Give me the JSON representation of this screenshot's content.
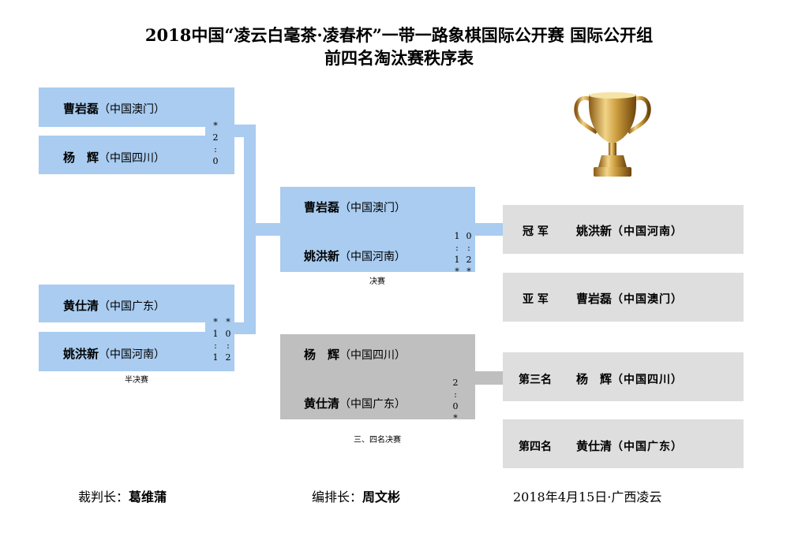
{
  "header": {
    "line1": "2018中国“凌云白毫茶·凌春杯”一带一路象棋国际公开赛 国际公开组",
    "line2": "前四名淘汰赛秩序表"
  },
  "semifinal1": {
    "top_name": "曹岩磊",
    "top_region": "（中国澳门）",
    "bottom_name": "杨　辉",
    "bottom_region": "（中国四川）",
    "score": [
      "*",
      "2",
      ":",
      "0"
    ]
  },
  "semifinal2": {
    "top_name": "黄仕清",
    "top_region": "（中国广东）",
    "bottom_name": "姚洪新",
    "bottom_region": "（中国河南）",
    "score_left": [
      "*",
      "1",
      ":",
      "1"
    ],
    "score_right": [
      "*",
      "0",
      ":",
      "2"
    ],
    "caption": "半决赛"
  },
  "final": {
    "top_name": "曹岩磊",
    "top_region": "（中国澳门）",
    "bottom_name": "姚洪新",
    "bottom_region": "（中国河南）",
    "score_left": [
      "1",
      ":",
      "1",
      "*"
    ],
    "score_right": [
      "0",
      ":",
      "2",
      "*"
    ],
    "caption": "决赛"
  },
  "third_place": {
    "top_name": "杨　辉",
    "top_region": "（中国四川）",
    "bottom_name": "黄仕清",
    "bottom_region": "（中国广东）",
    "score": [
      "2",
      ":",
      "0",
      "*"
    ],
    "caption": "三、四名决赛"
  },
  "results": [
    {
      "rank": "冠 军",
      "name": "姚洪新",
      "region": "（中国河南）"
    },
    {
      "rank": "亚 军",
      "name": "曹岩磊",
      "region": "（中国澳门）"
    },
    {
      "rank": "第三名",
      "name": "杨　辉",
      "region": "（中国四川）"
    },
    {
      "rank": "第四名",
      "name": "黄仕清",
      "region": "（中国广东）"
    }
  ],
  "footer": {
    "referee_label": "裁判长：",
    "referee_name": "葛维蒲",
    "arranger_label": "编排长：",
    "arranger_name": "周文彬",
    "date_place": "2018年4月15日·广西凌云"
  },
  "colors": {
    "bracket_blue": "#a9ccf0",
    "bracket_grey": "#bfbfbf",
    "result_grey": "#dedede"
  },
  "icons": {
    "trophy": "trophy-icon"
  }
}
